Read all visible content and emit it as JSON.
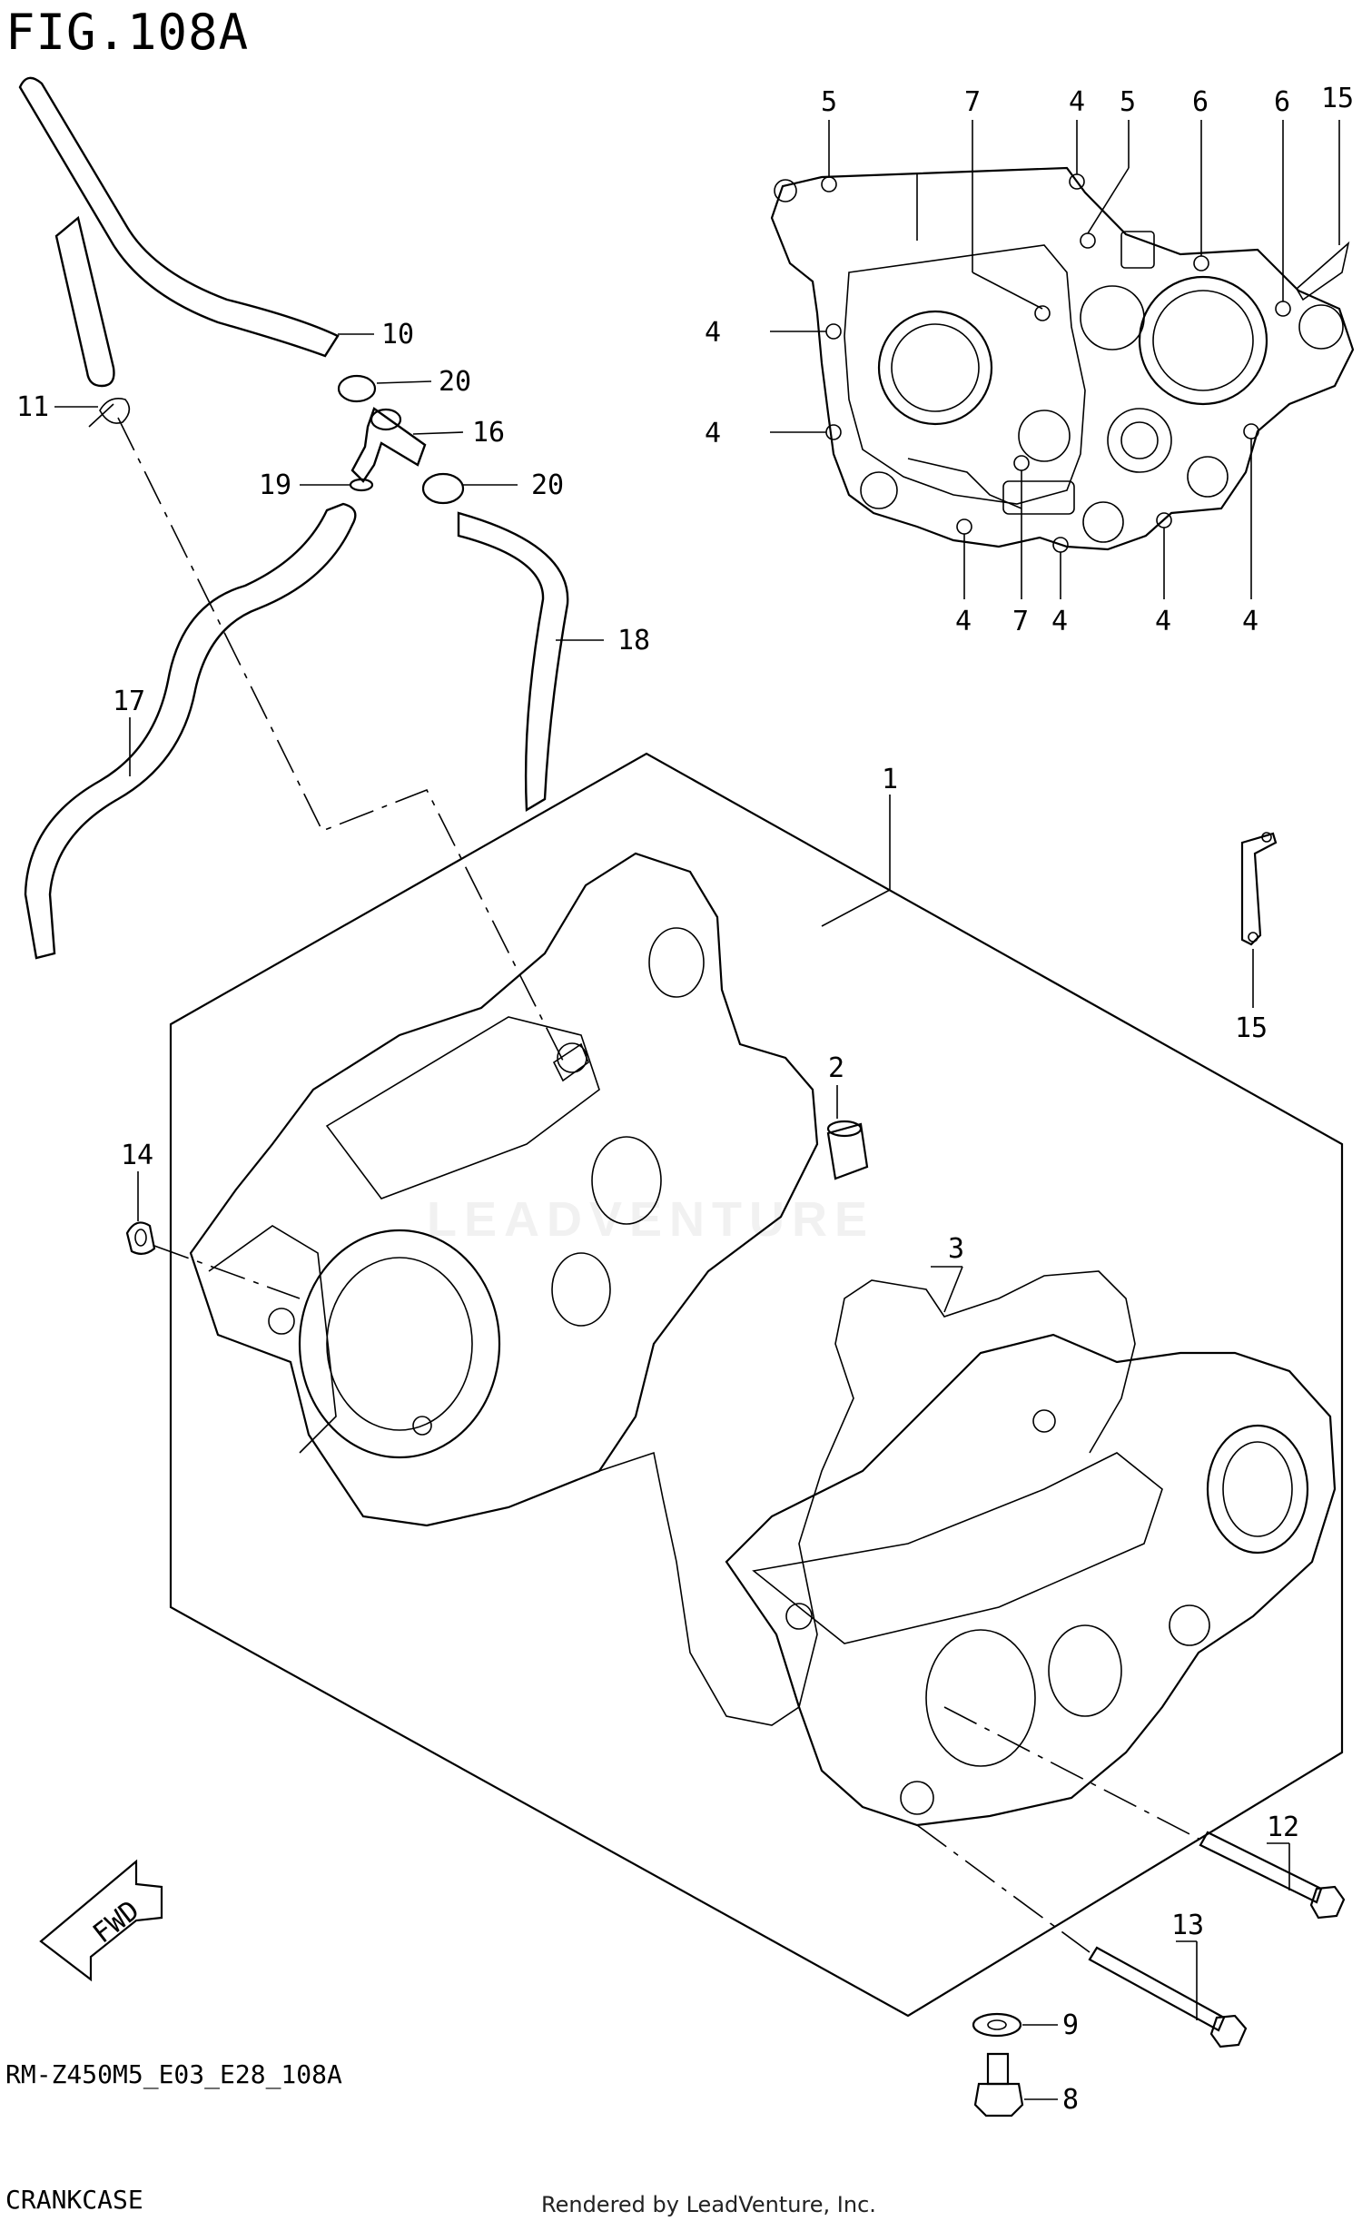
{
  "figure": {
    "title": "FIG.108A",
    "code": "RM-Z450M5_E03_E28_108A",
    "section": "CRANKCASE",
    "credit": "Rendered by LeadVenture, Inc.",
    "watermark": "LEADVENTURE"
  },
  "callouts": [
    {
      "id": "c5a",
      "text": "5"
    },
    {
      "id": "c7a",
      "text": "7"
    },
    {
      "id": "c4a",
      "text": "4"
    },
    {
      "id": "c5b",
      "text": "5"
    },
    {
      "id": "c6a",
      "text": "6"
    },
    {
      "id": "c6b",
      "text": "6"
    },
    {
      "id": "c15a",
      "text": "15"
    },
    {
      "id": "c4b",
      "text": "4"
    },
    {
      "id": "c4c",
      "text": "4"
    },
    {
      "id": "c4d",
      "text": "4"
    },
    {
      "id": "c7b",
      "text": "7"
    },
    {
      "id": "c4e",
      "text": "4"
    },
    {
      "id": "c4f",
      "text": "4"
    },
    {
      "id": "c4g",
      "text": "4"
    },
    {
      "id": "c10",
      "text": "10"
    },
    {
      "id": "c11",
      "text": "11"
    },
    {
      "id": "c20a",
      "text": "20"
    },
    {
      "id": "c16",
      "text": "16"
    },
    {
      "id": "c19",
      "text": "19"
    },
    {
      "id": "c20b",
      "text": "20"
    },
    {
      "id": "c18",
      "text": "18"
    },
    {
      "id": "c17",
      "text": "17"
    },
    {
      "id": "c1",
      "text": "1"
    },
    {
      "id": "c15b",
      "text": "15"
    },
    {
      "id": "c2",
      "text": "2"
    },
    {
      "id": "c14",
      "text": "14"
    },
    {
      "id": "c3",
      "text": "3"
    },
    {
      "id": "c12",
      "text": "12"
    },
    {
      "id": "c13",
      "text": "13"
    },
    {
      "id": "c9",
      "text": "9"
    },
    {
      "id": "c8",
      "text": "8"
    }
  ],
  "fwd_arrow": {
    "label": "FWD"
  }
}
